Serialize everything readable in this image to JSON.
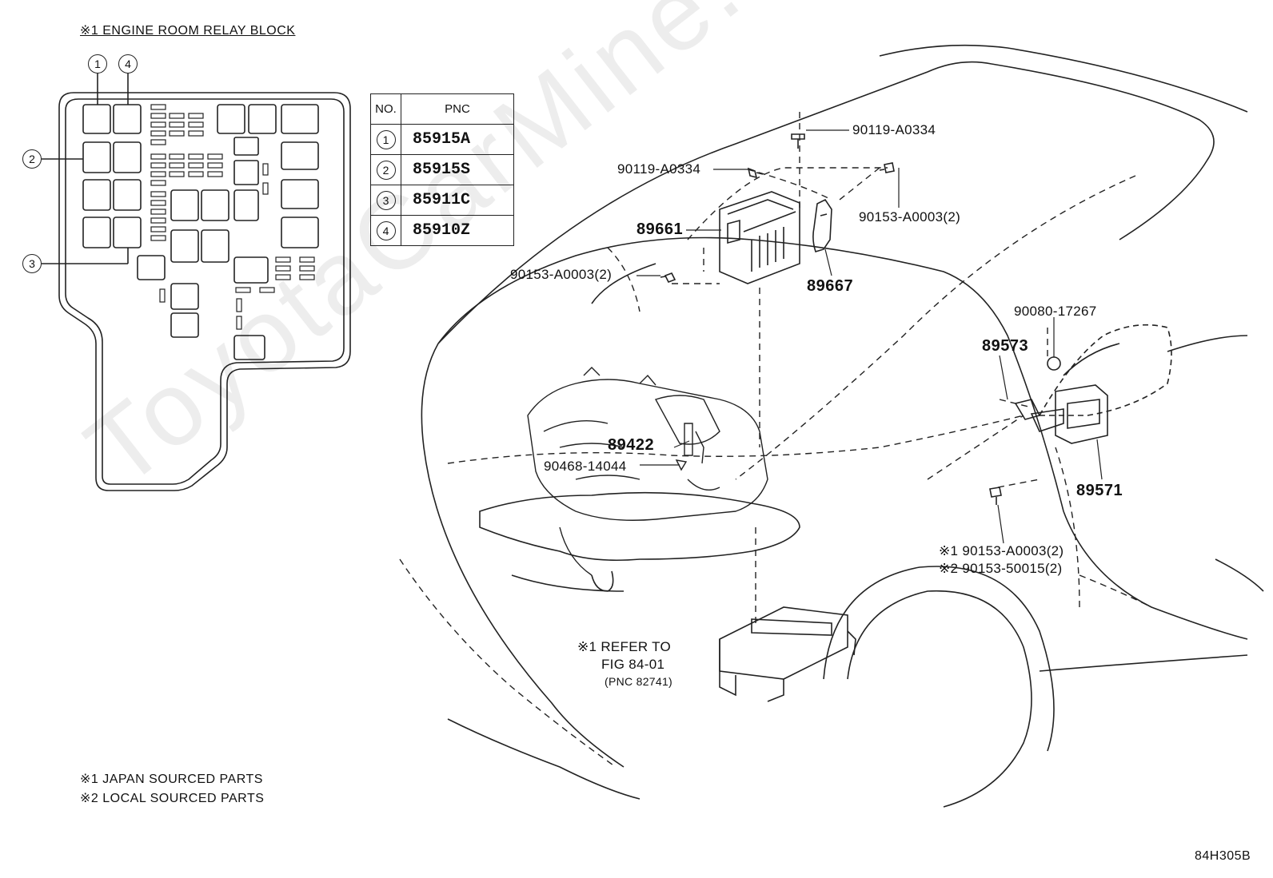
{
  "relay_block": {
    "title": "※1 ENGINE ROOM RELAY BLOCK",
    "callouts": [
      "1",
      "4",
      "2",
      "3"
    ]
  },
  "pnc_table": {
    "header_no": "NO.",
    "header_pnc": "PNC",
    "rows": [
      {
        "no": "1",
        "pnc": "85915A"
      },
      {
        "no": "2",
        "pnc": "85915S"
      },
      {
        "no": "3",
        "pnc": "85911C"
      },
      {
        "no": "4",
        "pnc": "85910Z"
      }
    ]
  },
  "labels": {
    "bolt_top": "90119-A0334",
    "bolt_left": "90119-A0334",
    "bolt_right": "90153-A0003(2)",
    "ecu": "89661",
    "bolt_ecu": "90153-A0003(2)",
    "bracket": "89667",
    "clip": "90080-17267",
    "sensor_bracket": "89573",
    "sensor": "89571",
    "knock_sensor": "89422",
    "knock_bolt": "90468-14044",
    "note_bolt_1": "※1 90153-A0003(2)",
    "note_bolt_2": "※2 90153-50015(2)",
    "refer_1": "※1 REFER TO",
    "refer_2": "FIG 84-01",
    "refer_3": "(PNC 82741)"
  },
  "footer": {
    "note1": "※1 JAPAN SOURCED PARTS",
    "note2": "※2 LOCAL SOURCED PARTS",
    "code": "84H305B"
  },
  "watermark": "ToyotaCarMine.ru"
}
